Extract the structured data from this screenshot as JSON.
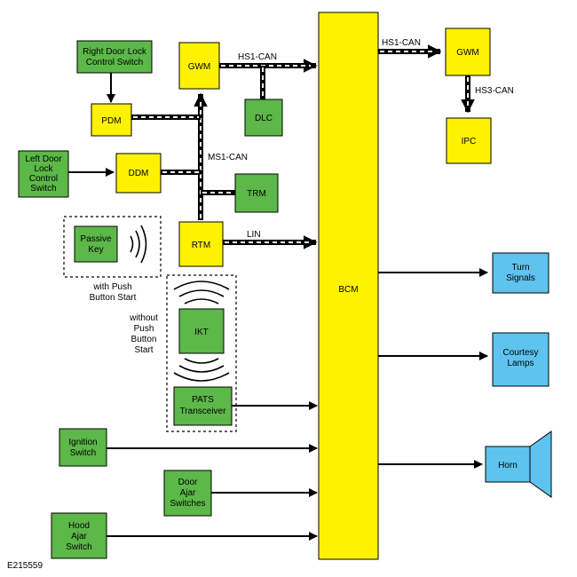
{
  "diagram_id": "E215559",
  "modules": {
    "bcm": "BCM",
    "gwm_left": "GWM",
    "gwm_right": "GWM",
    "dlc": "DLC",
    "pdm": "PDM",
    "ddm": "DDM",
    "trm": "TRM",
    "rtm": "RTM",
    "ipc": "IPC"
  },
  "switches": {
    "right_door_lock": [
      "Right Door Lock",
      "Control Switch"
    ],
    "left_door_lock": [
      "Left Door",
      "Lock",
      "Control",
      "Switch"
    ],
    "passive_key": [
      "Passive",
      "Key"
    ],
    "ikt": "IKT",
    "pats": [
      "PATS",
      "Transceiver"
    ],
    "ignition": [
      "Ignition",
      "Switch"
    ],
    "door_ajar": [
      "Door",
      "Ajar",
      "Switches"
    ],
    "hood_ajar": [
      "Hood",
      "Ajar",
      "Switch"
    ]
  },
  "outputs": {
    "turn_signals": [
      "Turn",
      "Signals"
    ],
    "courtesy_lamps": [
      "Courtesy",
      "Lamps"
    ],
    "horn": "Horn"
  },
  "bus_labels": {
    "hs1_left": "HS1-CAN",
    "hs1_right": "HS1-CAN",
    "hs3": "HS3-CAN",
    "ms1": "MS1-CAN",
    "lin": "LIN"
  },
  "notes": {
    "with_push": [
      "with Push",
      "Button Start"
    ],
    "without_push": [
      "without",
      "Push",
      "Button",
      "Start"
    ]
  },
  "colors": {
    "module_yellow": "#fff200",
    "switch_green": "#5cb848",
    "output_blue": "#5ec3ee"
  }
}
